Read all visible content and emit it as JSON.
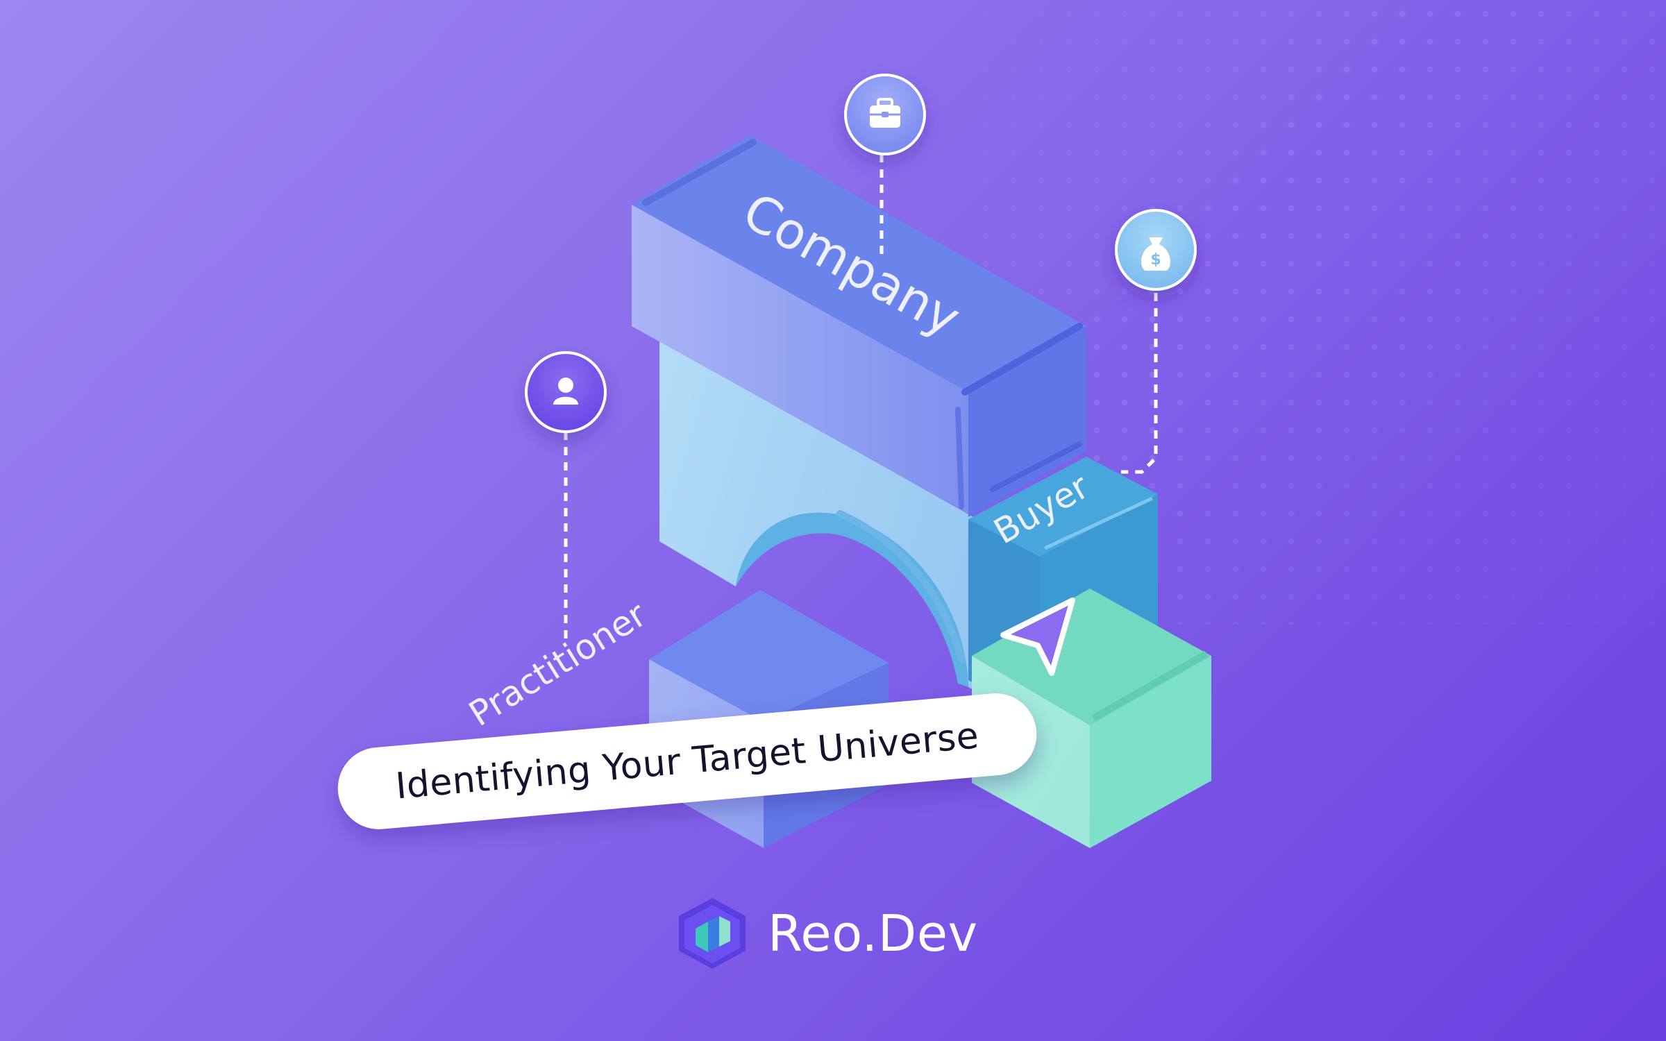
{
  "labels": {
    "company": "Company",
    "buyer": "Buyer",
    "practitioner": "Practitioner"
  },
  "headline": "Identifying Your Target Universe",
  "logo": {
    "name": "Reo.Dev"
  },
  "icons": {
    "briefcase": "briefcase-icon",
    "money": "money-bag-icon",
    "person": "person-icon"
  },
  "colors": {
    "background_start": "#9c86f0",
    "background_end": "#6a3fe0",
    "company_block": "#6d86ee",
    "arch": "#a5d4f4",
    "buyer_block": "#3a9ed3",
    "green_cube": "#7ee0c8",
    "blue_cube": "#6a82ea"
  }
}
